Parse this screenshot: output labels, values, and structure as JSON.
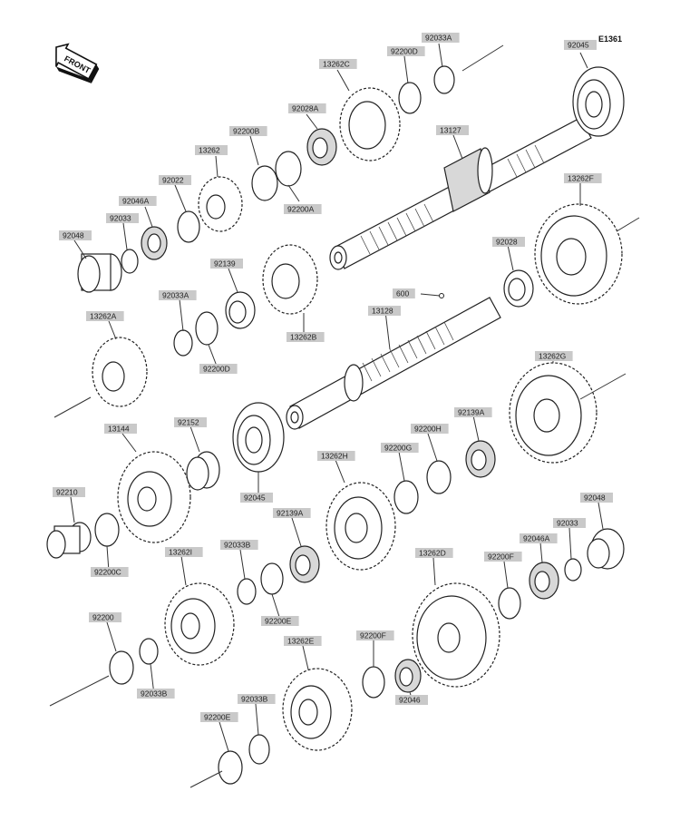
{
  "diagram_code": "E1361",
  "front_label": "FRONT",
  "callouts": [
    {
      "id": "92033A_top",
      "text": "92033A"
    },
    {
      "id": "92200D_top",
      "text": "92200D"
    },
    {
      "id": "13262C",
      "text": "13262C"
    },
    {
      "id": "92045_top",
      "text": "92045"
    },
    {
      "id": "92028A",
      "text": "92028A"
    },
    {
      "id": "92200B",
      "text": "92200B"
    },
    {
      "id": "13127",
      "text": "13127"
    },
    {
      "id": "13262",
      "text": "13262"
    },
    {
      "id": "92022",
      "text": "92022"
    },
    {
      "id": "92046A_top",
      "text": "92046A"
    },
    {
      "id": "92200A",
      "text": "92200A"
    },
    {
      "id": "92033_top",
      "text": "92033"
    },
    {
      "id": "92048_top",
      "text": "92048"
    },
    {
      "id": "13262F",
      "text": "13262F"
    },
    {
      "id": "92028",
      "text": "92028"
    },
    {
      "id": "92139",
      "text": "92139"
    },
    {
      "id": "600",
      "text": "600"
    },
    {
      "id": "92033A_mid",
      "text": "92033A"
    },
    {
      "id": "13128",
      "text": "13128"
    },
    {
      "id": "13262A",
      "text": "13262A"
    },
    {
      "id": "13262B",
      "text": "13262B"
    },
    {
      "id": "92200D_mid",
      "text": "92200D"
    },
    {
      "id": "13262G",
      "text": "13262G"
    },
    {
      "id": "92139A_mid",
      "text": "92139A"
    },
    {
      "id": "92200H",
      "text": "92200H"
    },
    {
      "id": "13144",
      "text": "13144"
    },
    {
      "id": "92152",
      "text": "92152"
    },
    {
      "id": "92200G",
      "text": "92200G"
    },
    {
      "id": "13262H",
      "text": "13262H"
    },
    {
      "id": "92210",
      "text": "92210"
    },
    {
      "id": "92045_mid",
      "text": "92045"
    },
    {
      "id": "92139A_low",
      "text": "92139A"
    },
    {
      "id": "92048_right",
      "text": "92048"
    },
    {
      "id": "92033_right",
      "text": "92033"
    },
    {
      "id": "92046A_right",
      "text": "92046A"
    },
    {
      "id": "92200C",
      "text": "92200C"
    },
    {
      "id": "13262I",
      "text": "13262I"
    },
    {
      "id": "92033B_mid",
      "text": "92033B"
    },
    {
      "id": "13262D",
      "text": "13262D"
    },
    {
      "id": "92200F_right",
      "text": "92200F"
    },
    {
      "id": "92200",
      "text": "92200"
    },
    {
      "id": "92200E_mid",
      "text": "92200E"
    },
    {
      "id": "13262E",
      "text": "13262E"
    },
    {
      "id": "92200F_low",
      "text": "92200F"
    },
    {
      "id": "92033B_low",
      "text": "92033B"
    },
    {
      "id": "92033B_bottom",
      "text": "92033B"
    },
    {
      "id": "92046",
      "text": "92046"
    },
    {
      "id": "92200E_bottom",
      "text": "92200E"
    }
  ]
}
